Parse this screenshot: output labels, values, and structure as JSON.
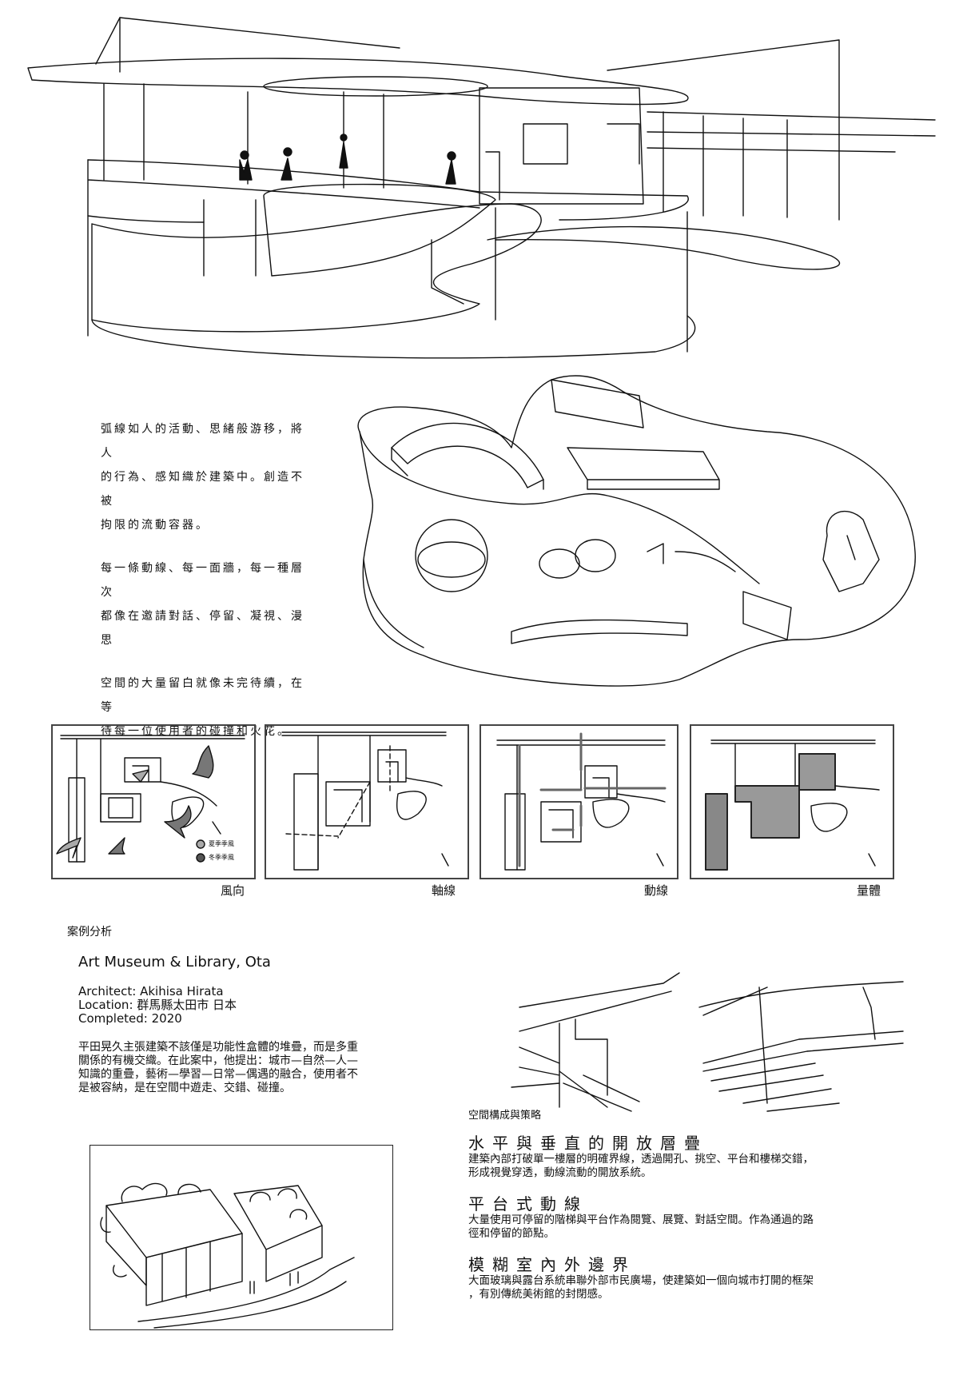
{
  "intro_text": {
    "paragraphs": [
      [
        "弧線如人的活動、思緒般游移，將人",
        "的行為、感知織於建築中。創造不被",
        "拘限的流動容器。"
      ],
      [
        "每一條動線、每一面牆，每一種層次",
        "都像在邀請對話、停留、凝視、漫思"
      ],
      [
        "空間的大量留白就像未完待續，在等",
        "待每一位使用者的碰撞和火花。"
      ]
    ]
  },
  "analysis_diagrams": [
    {
      "label": "風向",
      "legend": [
        "夏季季風",
        "冬季季風"
      ]
    },
    {
      "label": "軸線"
    },
    {
      "label": "動線"
    },
    {
      "label": "量體"
    }
  ],
  "case_study": {
    "section_label": "案例分析",
    "title": "Art Museum & Library, Ota",
    "architect": "Architect: Akihisa Hirata",
    "location": "Location: 群馬縣太田市 日本",
    "completed": "Completed: 2020",
    "description": [
      "平田晃久主張建築不該僅是功能性盒體的堆疊，而是多重",
      "關係的有機交織。在此案中，他提出：城市—自然—人—",
      "知識的重疊，藝術—學習—日常—偶遇的融合，使用者不",
      "是被容納，是在空間中遊走、交錯、碰撞。"
    ]
  },
  "strategy": {
    "section_label": "空間構成與策略",
    "items": [
      {
        "heading": "水平與垂直的開放層疊",
        "text": [
          "建築內部打破單一樓層的明確界線，透過開孔、挑空、平台和樓梯交錯，",
          "形成視覺穿透，動線流動的開放系統。"
        ]
      },
      {
        "heading": "平台式動線",
        "text": [
          "大量使用可停留的階梯與平台作為閱覽、展覽、對話空間。作為通過的路",
          "徑和停留的節點。"
        ]
      },
      {
        "heading": "模糊室內外邊界",
        "text": [
          "大面玻璃與露台系統串聯外部市民廣場，使建築如一個向城市打開的框架",
          "，有別傳統美術館的封閉感。"
        ]
      }
    ]
  }
}
